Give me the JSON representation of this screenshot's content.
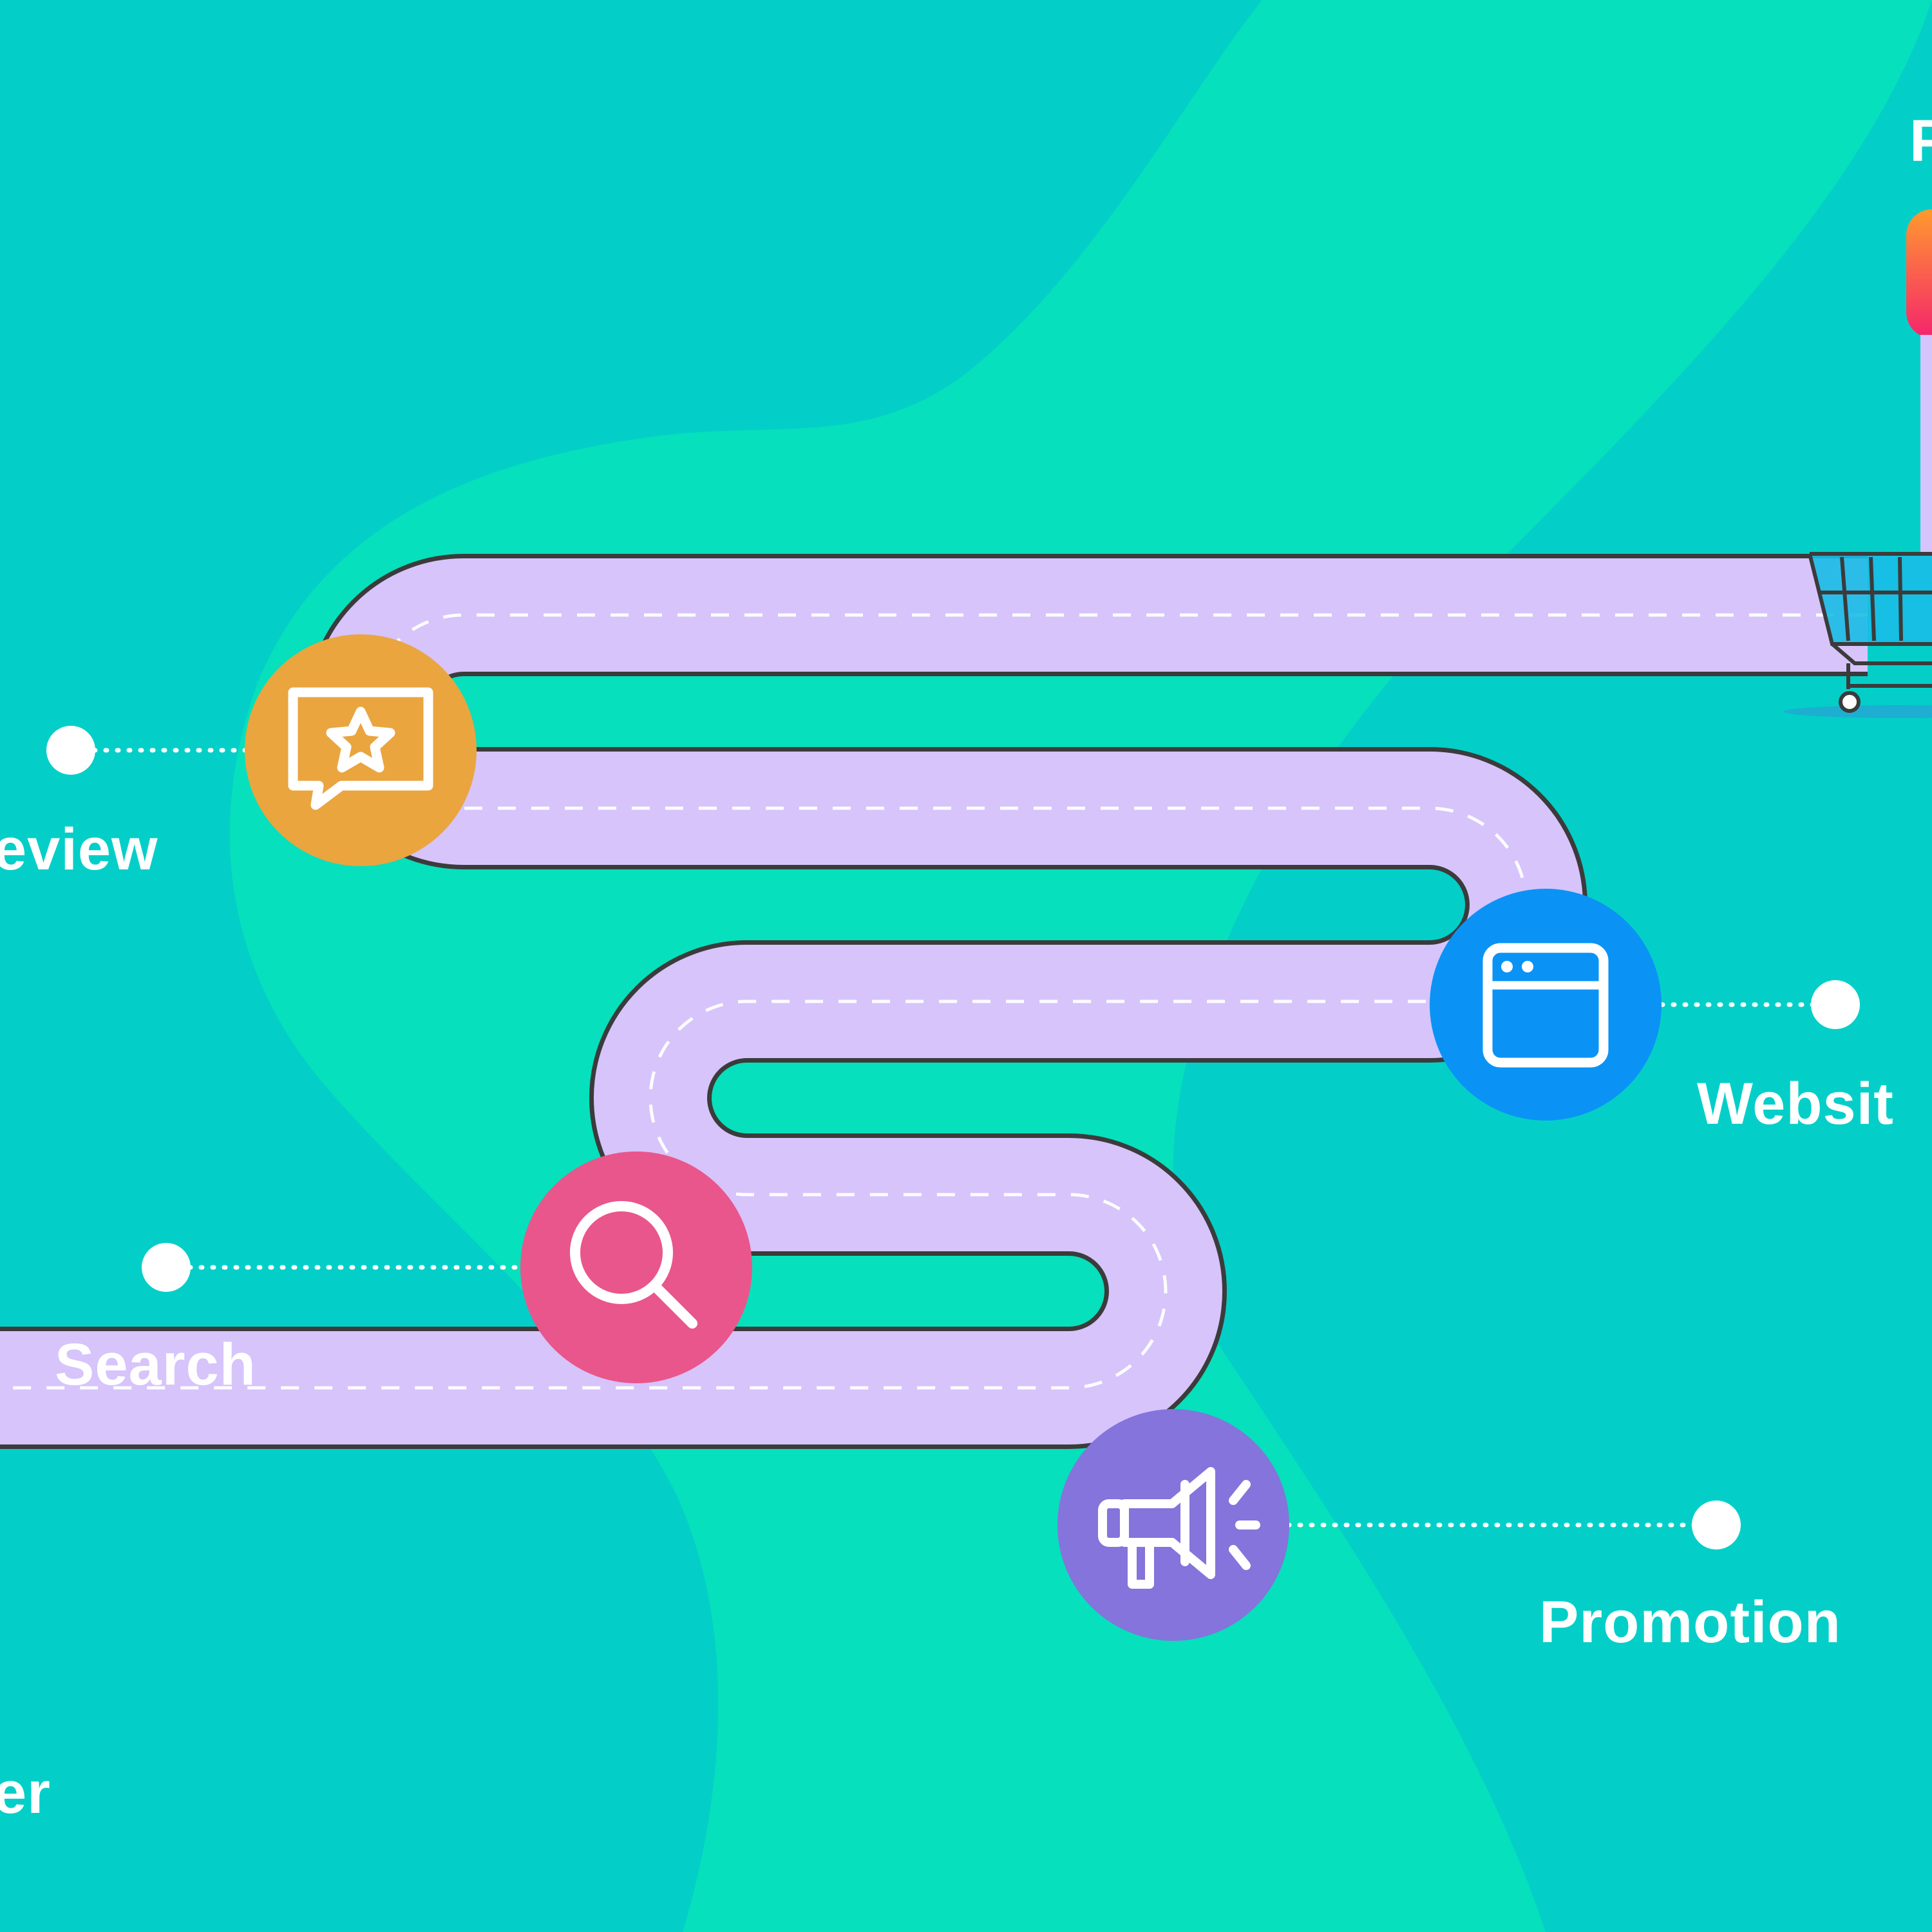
{
  "colors": {
    "background": "#03cfc8",
    "blob": "#07e0bd",
    "road": "#d6c4fb",
    "road_outline": "#3b3b3b",
    "dash": "#ffffff",
    "review": "#eaa53f",
    "website": "#0a93f5",
    "search": "#e9568b",
    "promotion": "#8474db"
  },
  "stages": [
    {
      "id": "review",
      "label": "eview",
      "icon": "review-chat-star-icon"
    },
    {
      "id": "website",
      "label": "Websit",
      "icon": "browser-window-icon"
    },
    {
      "id": "search",
      "label": "Search",
      "icon": "magnifier-icon"
    },
    {
      "id": "promotion",
      "label": "Promotion",
      "icon": "megaphone-icon"
    },
    {
      "id": "partial-bottom",
      "label": "er"
    },
    {
      "id": "partial-top",
      "label": "P"
    }
  ],
  "end_icon": "shopping-cart-icon"
}
